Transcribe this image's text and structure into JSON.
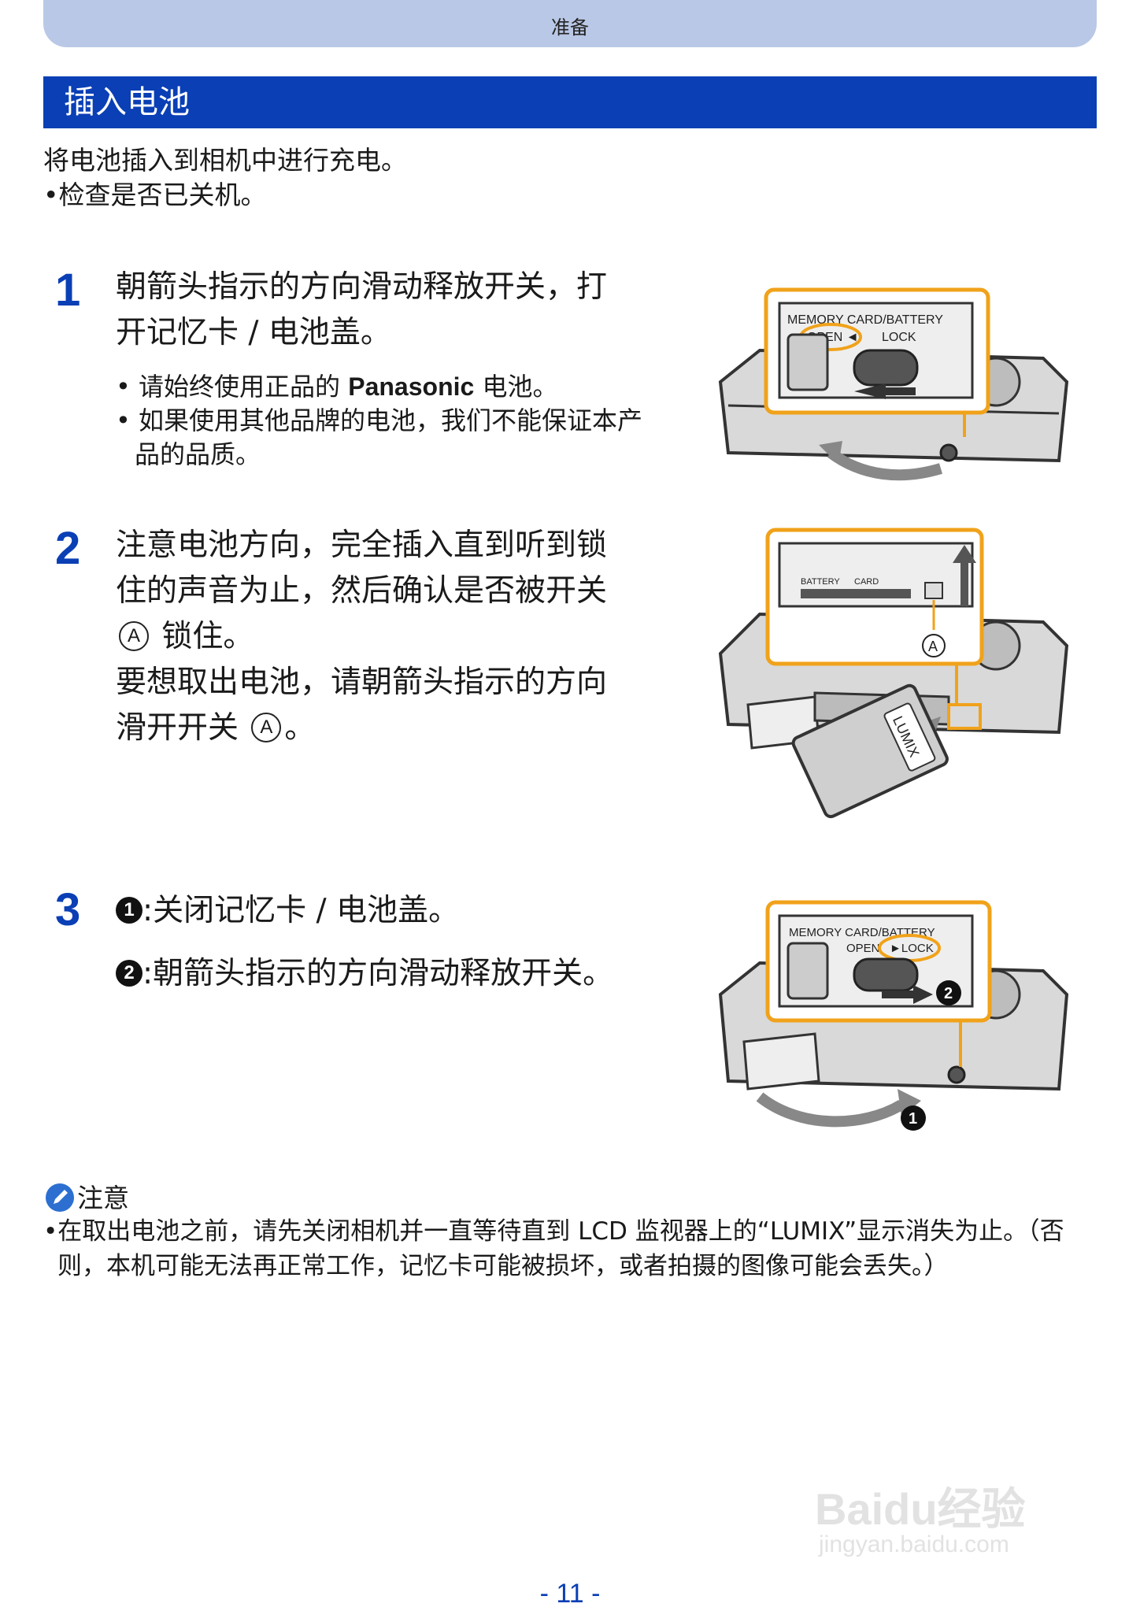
{
  "header": {
    "section_tab": "准备"
  },
  "title": "插入电池",
  "intro": {
    "line1": "将电池插入到相机中进行充电。",
    "bullet1": "•检查是否已关机。"
  },
  "steps": [
    {
      "number": "1",
      "line1": "朝箭头指示的方向滑动释放开关，打",
      "line2": "开记忆卡 / 电池盖。",
      "bullets": [
        {
          "pre": "请始终使用正品的 ",
          "brand": "Panasonic",
          "post": " 电池。"
        },
        {
          "text": "如果使用其他品牌的电池，我们不能保证本产品的品质。"
        }
      ],
      "illustration": {
        "memory_label": "MEMORY CARD/BATTERY",
        "open_label": "OPEN ◄",
        "lock_label": "LOCK"
      }
    },
    {
      "number": "2",
      "line1": "注意电池方向，完全插入直到听到锁",
      "line2": "住的声音为止，然后确认是否被开关",
      "line3_marker": "A",
      "line3_text": " 锁住。",
      "line4": "要想取出电池，请朝箭头指示的方向",
      "line5_text": "滑开开关 ",
      "line5_marker": "A",
      "line5_end": "。",
      "illustration": {
        "battery_label": "BATTERY",
        "card_label": "CARD",
        "marker": "A",
        "brand": "LUMIX"
      }
    },
    {
      "number": "3",
      "sub1_marker": "1",
      "sub1_text": ":关闭记忆卡 / 电池盖。",
      "sub2_marker": "2",
      "sub2_text": ":朝箭头指示的方向滑动释放开关。",
      "illustration": {
        "memory_label": "MEMORY CARD/BATTERY",
        "open_label": "OPEN",
        "lock_label": "►LOCK",
        "marker1": "1",
        "marker2": "2"
      }
    }
  ],
  "note": {
    "heading": "注意",
    "text": "•在取出电池之前，请先关闭相机并一直等待直到 LCD 监视器上的“LUMIX”显示消失为止。（否则，本机可能无法再正常工作，记忆卡可能被损坏，或者拍摄的图像可能会丢失。）"
  },
  "watermark": {
    "brand": "Baidu经验",
    "url": "jingyan.baidu.com"
  },
  "page_number": "- 11 -"
}
